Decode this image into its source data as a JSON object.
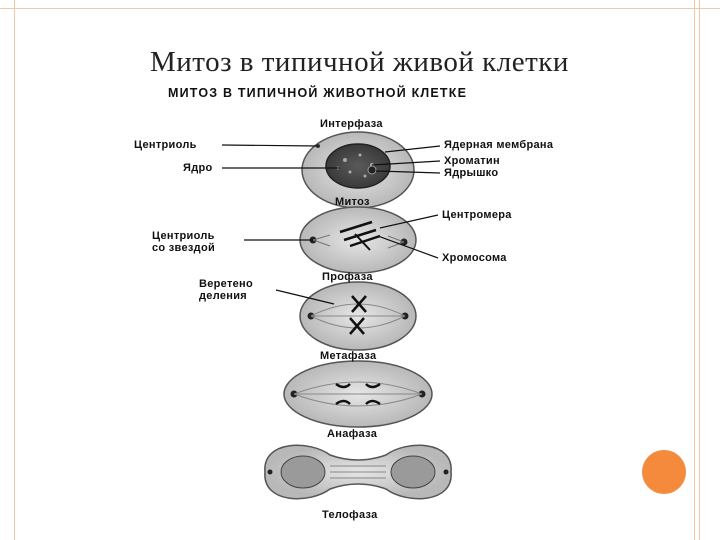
{
  "slide": {
    "title": "Митоз в типичной живой клетки",
    "accent_color": "#f58a3c",
    "frame_color": "#f0c8a8"
  },
  "diagram": {
    "title": "МИТОЗ В ТИПИЧНОЙ ЖИВОТНОЙ КЛЕТКЕ",
    "stages": {
      "interphase": "Интерфаза",
      "mitosis": "Митоз",
      "prophase": "Профаза",
      "metaphase": "Метафаза",
      "anaphase": "Анафаза",
      "telophase": "Телофаза"
    },
    "labels": {
      "centriole": "Центриоль",
      "nucleus": "Ядро",
      "nuclear_membrane": "Ядерная мембрана",
      "chromatin": "Хроматин",
      "nucleolus": "Ядрышко",
      "centromere": "Центромера",
      "centriole_star_1": "Центриоль",
      "centriole_star_2": "со звездой",
      "chromosome": "Хромосома",
      "spindle_1": "Веретено",
      "spindle_2": "деления"
    }
  }
}
